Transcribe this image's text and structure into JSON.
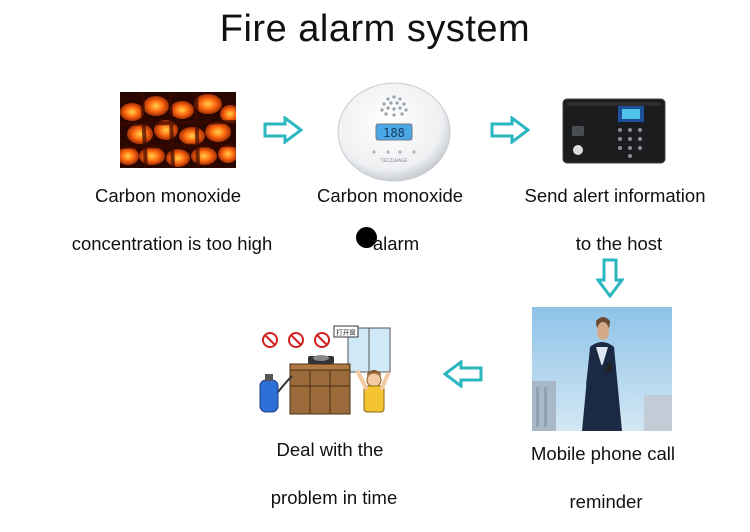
{
  "title": "Fire alarm system",
  "steps": [
    {
      "line1": "Carbon monoxide",
      "line2": "concentration is too high"
    },
    {
      "line1": "Carbon monoxide",
      "line2": "alarm",
      "device_brand": "TECZLBAGE",
      "lcd_value": "188"
    },
    {
      "line1": "Send alert information",
      "line2": "to the host"
    },
    {
      "line1": "Mobile phone call",
      "line2": "reminder"
    },
    {
      "line1": "Deal with the",
      "line2": "problem in time",
      "sign_text": "打开窗"
    }
  ],
  "colors": {
    "arrow": "#2ab7c0",
    "text": "#111111"
  }
}
